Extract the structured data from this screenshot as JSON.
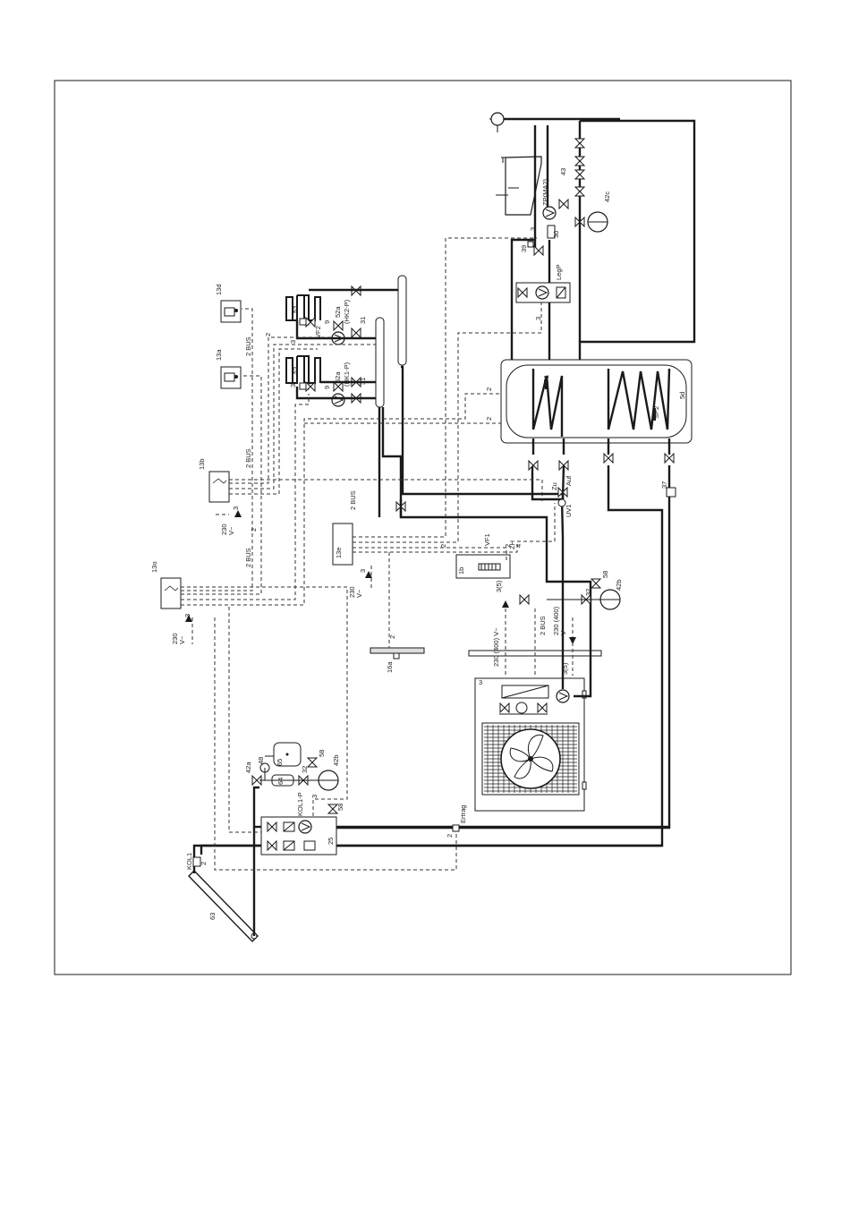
{
  "labels": {
    "l_13d": "13d",
    "l_13a": "13a",
    "l_13b": "13b",
    "l_13o": "13o",
    "l_13e": "13e",
    "l_1b": "1b",
    "l_16a": "16a",
    "l_3": "3",
    "l_5d": "5d",
    "l_63": "63",
    "l_65": "65",
    "l_64": "64",
    "l_25": "25",
    "l_koll": "KOL1",
    "l_kollp": "KOL1-P",
    "l_ertrag": "Ertrag",
    "l_42a": "42a",
    "l_42b_left": "42b",
    "l_42b_right": "42b",
    "l_42c": "42c",
    "l_58_a": "58",
    "l_58_b": "58",
    "l_58_c": "58",
    "l_32_a": "32",
    "l_32_b": "32",
    "l_48": "48",
    "l_37": "37",
    "l_39": "39",
    "l_30": "30",
    "l_43": "43",
    "l_52_1": "52",
    "l_52_2": "52",
    "l_52a_1": "52a",
    "l_52a_2": "52a",
    "l_9_1": "9",
    "l_9_2": "9",
    "l_31_1": "31",
    "l_31_2": "31",
    "l_hk1": "(HK1-P)",
    "l_hk2": "(HK2-P)",
    "l_vf2": "VF2",
    "l_vf1": "VF1",
    "l_zh": "ZH",
    "l_sp1": "SP1",
    "l_sp2": "SP2",
    "l_legp": "LegP",
    "l_zirk": "ZP(MA2)",
    "l_uv1": "UV1",
    "l_auf": "Auf",
    "l_zu": "Zu",
    "bus_1": "2 BUS",
    "bus_2": "2 BUS",
    "bus_3": "2 BUS",
    "bus_4": "2 BUS",
    "bus_5": "2 BUS",
    "v230_1": "230",
    "v230_2": "230",
    "v230_3": "230",
    "vtilde_1": "V~",
    "vtilde_2": "V~",
    "vtilde_3": "V~",
    "v230_400_a": "230 (400) V~",
    "v230_400_b": "230 (400)",
    "v35_a": "3(5)",
    "v35_b": "3(5)",
    "w2_1": "2",
    "w2_2": "2",
    "w2_3": "2",
    "w2_4": "2",
    "w2_5": "2",
    "w2_6": "2",
    "w2_7": "2",
    "w2_8": "2",
    "w2_9": "2",
    "w3_1": "3",
    "w3_2": "3",
    "w3_3": "3",
    "w3_4": "3",
    "w3_5": "3",
    "w3_6": "3",
    "w3_7": "3",
    "w3_8": "3",
    "w4_1": "4"
  }
}
